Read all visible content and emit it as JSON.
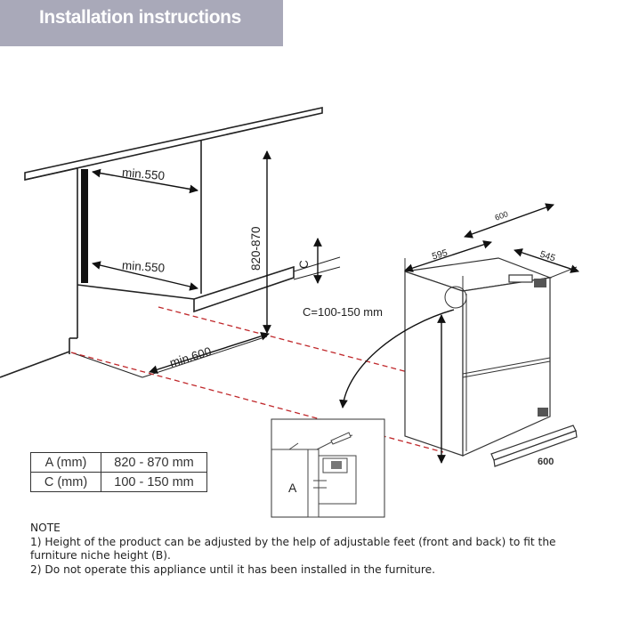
{
  "header": {
    "title": "Installation instructions"
  },
  "diagram": {
    "labels": {
      "min_width_top": "min.550",
      "min_width_bottom": "min.550",
      "niche_height": "820-870",
      "c_label": "C",
      "c_range": "C=100-150 mm",
      "min_depth": "min.600",
      "unit_width": "600",
      "unit_depth": "595",
      "unit_depth_open": "545",
      "kickplate_width": "600",
      "detail_label": "A"
    }
  },
  "table": {
    "rows": [
      {
        "key": "A (mm)",
        "value": "820 - 870 mm"
      },
      {
        "key": "C (mm)",
        "value": "100 - 150 mm"
      }
    ]
  },
  "notes": {
    "title": "NOTE",
    "items": [
      "1) Height of the product can be adjusted by the help of adjustable feet (front and back) to fit the furniture niche height (B).",
      "2) Do not operate this appliance until it has been installed in the furniture."
    ]
  },
  "colors": {
    "header_band": "#a9a9b9",
    "dashed": "#c0282b",
    "line": "#222222"
  }
}
